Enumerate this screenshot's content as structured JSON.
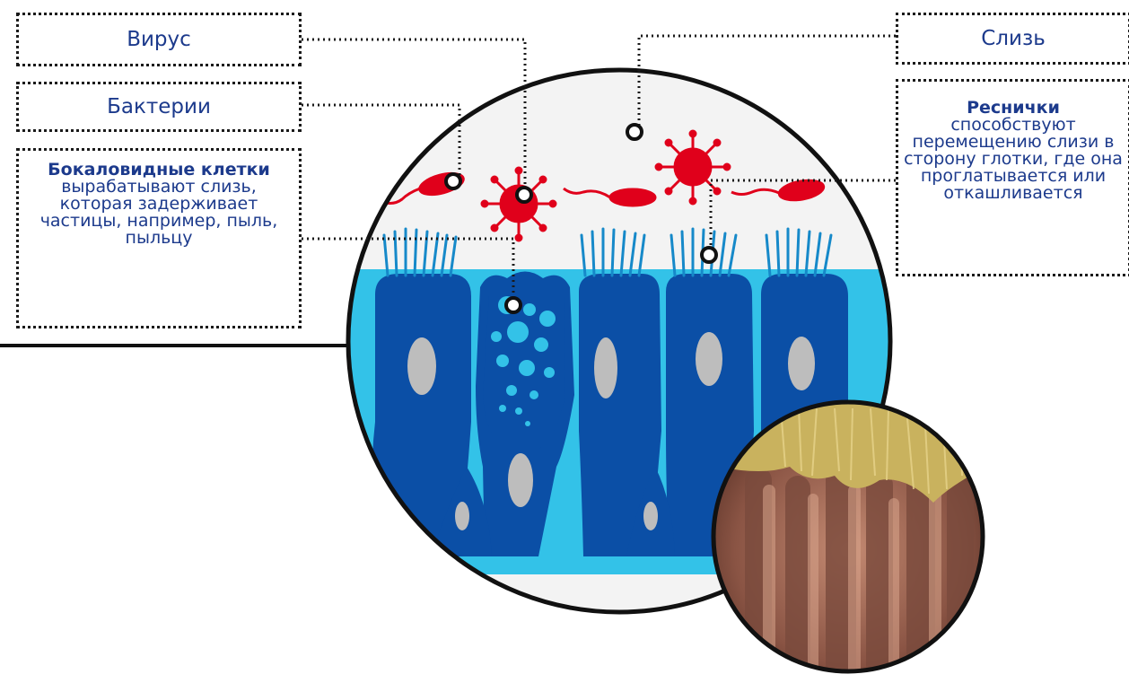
{
  "labels": {
    "virus": "Вирус",
    "bacteria": "Бактерии",
    "mucus": "Слизь",
    "goblet_cells": {
      "title": "Бокаловидные клетки",
      "text": "вырабатывают слизь, которая задерживает частицы, например, пыль, пыльцу"
    },
    "cilia": {
      "title": "Реснички",
      "text": "способствуют перемещению слизи в сторону глотки, где она проглатывается или откашливается"
    }
  },
  "colors": {
    "label_text": "#1c3a8c",
    "cell_dark": "#0b4fa6",
    "cell_light": "#33c2e8",
    "nucleus": "#bdbdbd",
    "pathogen": "#e0001b",
    "circle_bg": "#f3f3f3",
    "photo_pink": "#b07560",
    "photo_cilia": "#c9b25e"
  }
}
